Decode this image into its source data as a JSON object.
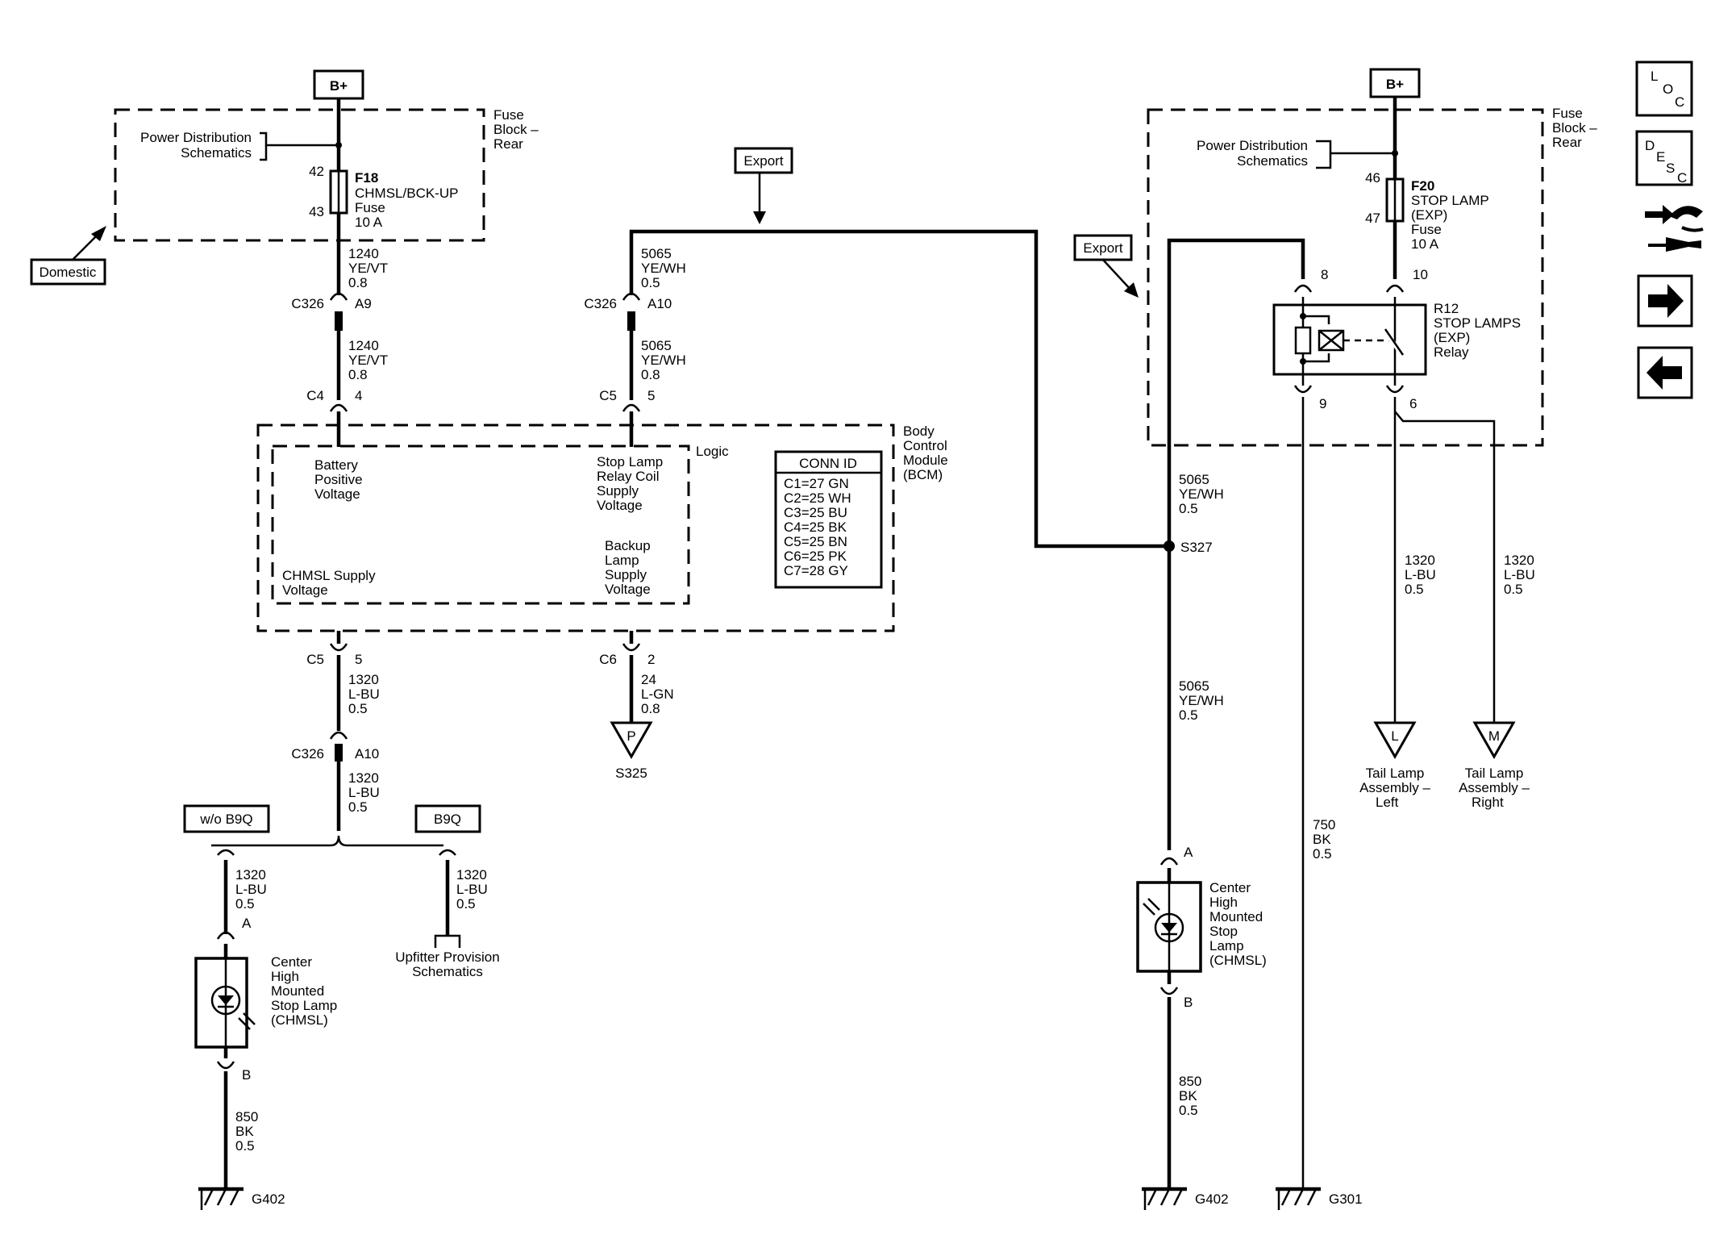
{
  "bplus": "B+",
  "left": {
    "fuse_block": [
      "Fuse",
      "Block –",
      "Rear"
    ],
    "power_dist": [
      "Power Distribution",
      "Schematics"
    ],
    "fuse_pin_top": "42",
    "fuse_pin_bottom": "43",
    "fuse_name": "F18",
    "fuse_desc": [
      "CHMSL/BCK-UP",
      "Fuse",
      "10 A"
    ],
    "domestic": "Domestic",
    "wire1": [
      "1240",
      "YE/VT",
      "0.8"
    ],
    "c326_a9": [
      "C326",
      "A9"
    ],
    "wire2": [
      "1240",
      "YE/VT",
      "0.8"
    ],
    "c4_4": [
      "C4",
      "4"
    ],
    "c5_5": [
      "C5",
      "5"
    ],
    "wire3": [
      "1320",
      "L-BU",
      "0.5"
    ],
    "c326_a10": [
      "C326",
      "A10"
    ],
    "wire4": [
      "1320",
      "L-BU",
      "0.5"
    ],
    "wo_b9q": "w/o B9Q",
    "b9q": "B9Q",
    "wire5": [
      "1320",
      "L-BU",
      "0.5"
    ],
    "wire6": [
      "1320",
      "L-BU",
      "0.5"
    ],
    "pin_a": "A",
    "pin_b": "B",
    "chmsl": [
      "Center",
      "High",
      "Mounted",
      "Stop Lamp",
      "(CHMSL)"
    ],
    "upfitter": [
      "Upfitter Provision",
      "Schematics"
    ],
    "wire7": [
      "850",
      "BK",
      "0.5"
    ],
    "ground": "G402"
  },
  "middle": {
    "export": "Export",
    "wire1": [
      "5065",
      "YE/WH",
      "0.5"
    ],
    "c326_a10": [
      "C326",
      "A10"
    ],
    "wire2": [
      "5065",
      "YE/WH",
      "0.8"
    ],
    "c5_5": [
      "C5",
      "5"
    ],
    "c6_2": [
      "C6",
      "2"
    ],
    "wire3": [
      "24",
      "L-GN",
      "0.8"
    ],
    "p_label": "P",
    "s325": "S325"
  },
  "bcm": {
    "title": [
      "Body",
      "Control",
      "Module",
      "(BCM)"
    ],
    "logic": "Logic",
    "battery": [
      "Battery",
      "Positive",
      "Voltage"
    ],
    "stop_coil": [
      "Stop Lamp",
      "Relay Coil",
      "Supply",
      "Voltage"
    ],
    "chmsl_supply": [
      "CHMSL Supply",
      "Voltage"
    ],
    "backup": [
      "Backup",
      "Lamp",
      "Supply",
      "Voltage"
    ],
    "conn_title": "CONN ID",
    "conn_ids": [
      "C1=27 GN",
      "C2=25 WH",
      "C3=25 BU",
      "C4=25 BK",
      "C5=25 BN",
      "C6=25 PK",
      "C7=28 GY"
    ]
  },
  "right": {
    "fuse_block": [
      "Fuse",
      "Block –",
      "Rear"
    ],
    "power_dist": [
      "Power Distribution",
      "Schematics"
    ],
    "fuse_pin_top": "46",
    "fuse_pin_bottom": "47",
    "fuse_name": "F20",
    "fuse_desc": [
      "STOP LAMP",
      "(EXP)",
      "Fuse",
      "10 A"
    ],
    "export": "Export",
    "pin8": "8",
    "pin10": "10",
    "pin9": "9",
    "pin6": "6",
    "relay": [
      "R12",
      "STOP LAMPS",
      "(EXP)",
      "Relay"
    ],
    "wire1": [
      "5065",
      "YE/WH",
      "0.5"
    ],
    "splice": "S327",
    "wire2": [
      "5065",
      "YE/WH",
      "0.5"
    ],
    "wire_l": [
      "1320",
      "L-BU",
      "0.5"
    ],
    "wire_m": [
      "1320",
      "L-BU",
      "0.5"
    ],
    "l_label": "L",
    "m_label": "M",
    "tail_left": [
      "Tail Lamp",
      "Assembly –",
      "Left"
    ],
    "tail_right": [
      "Tail Lamp",
      "Assembly –",
      "Right"
    ],
    "wire_bk": [
      "750",
      "BK",
      "0.5"
    ],
    "pin_a": "A",
    "pin_b": "B",
    "chmsl": [
      "Center",
      "High",
      "Mounted",
      "Stop",
      "Lamp",
      "(CHMSL)"
    ],
    "wire_g402": [
      "850",
      "BK",
      "0.5"
    ],
    "ground1": "G402",
    "ground2": "G301"
  },
  "nav": {
    "loc": [
      "L",
      "O",
      "C"
    ],
    "desc": [
      "D",
      "E",
      "S",
      "C"
    ],
    "icons": [
      "harness-icon",
      "arrow-right-icon",
      "arrow-left-icon"
    ]
  }
}
